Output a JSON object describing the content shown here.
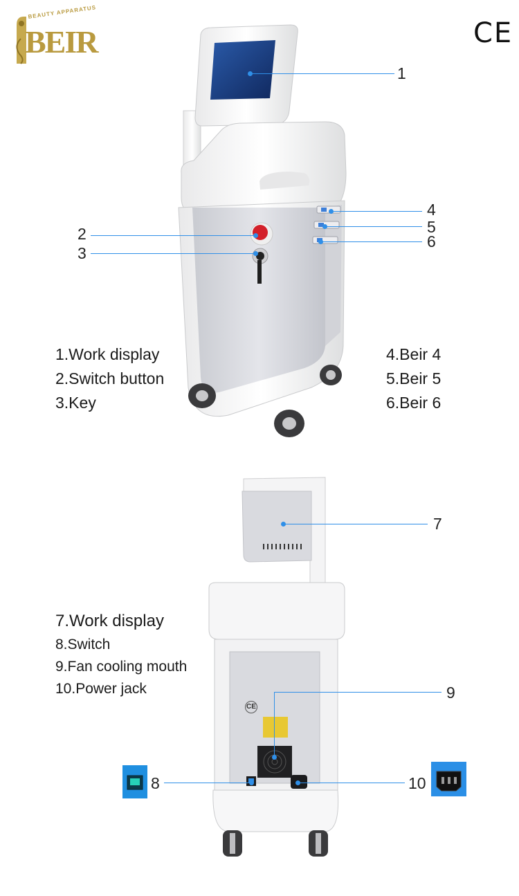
{
  "brand": {
    "logo_top": "BEAUTY APPARATUS",
    "logo_main": "BEIR",
    "mark": "CE",
    "colors": {
      "gold": "#b99a3f",
      "leader": "#2f8fe8",
      "body_white": "#f4f4f4",
      "panel_grey": "#d9dadf"
    }
  },
  "front_view": {
    "callouts": [
      "1",
      "2",
      "3",
      "4",
      "5",
      "6"
    ],
    "legend_left": [
      "1.Work display",
      "2.Switch button",
      "3.Key"
    ],
    "legend_right": [
      "4.Beir 4",
      "5.Beir 5",
      "6.Beir 6"
    ]
  },
  "back_view": {
    "callouts": [
      "7",
      "8",
      "9",
      "10"
    ],
    "legend": [
      "7.Work display",
      "8.Switch",
      "9.Fan cooling mouth",
      "10.Power jack"
    ],
    "device_mark": "CE"
  }
}
